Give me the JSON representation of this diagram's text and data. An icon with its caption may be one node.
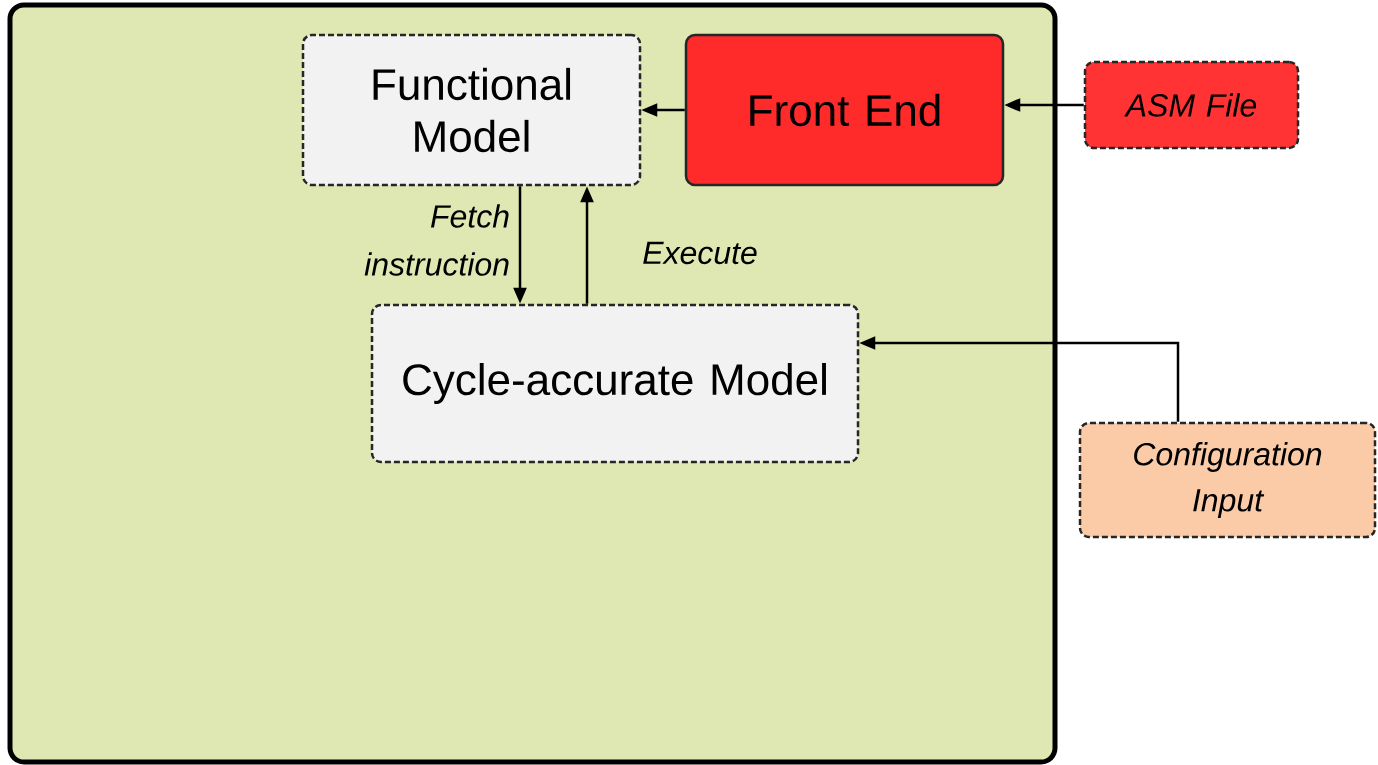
{
  "diagram": {
    "nodes": [
      {
        "text": [],
        "shape": "box"
      },
      {
        "text": [
          "Functional Model"
        ],
        "in": 0
      },
      {
        "text": [
          "Front End"
        ],
        "in": 0
      },
      {
        "text": [
          "ASM File"
        ]
      },
      {
        "text": [
          "Cycle-accurate Model"
        ],
        "in": 0
      },
      {
        "text": [
          "Configuration Input"
        ]
      }
    ],
    "edges": [
      {
        "from": 3,
        "to": 2,
        "arrow": "to"
      },
      {
        "from": 2,
        "to": 1,
        "arrow": "to"
      },
      {
        "from": 1,
        "to": 4,
        "label": "Fetch instruction",
        "arrow": "to"
      },
      {
        "from": 4,
        "to": 1,
        "label": "Execute",
        "arrow": "to"
      },
      {
        "from": 5,
        "to": 4,
        "arrow": "to"
      }
    ]
  }
}
